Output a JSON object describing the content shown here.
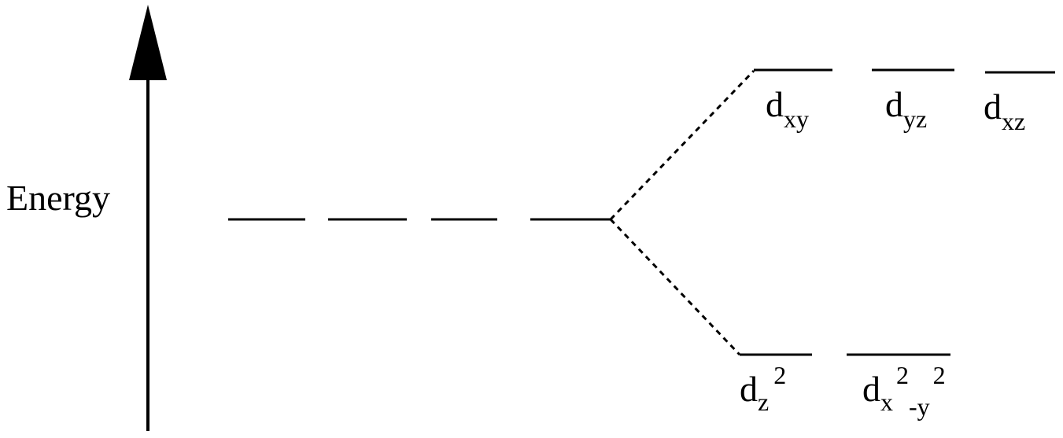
{
  "axis": {
    "label": "Energy"
  },
  "levels": {
    "degenerate": {
      "segments": 4
    },
    "upper": [
      {
        "main": "d",
        "sub": "xy"
      },
      {
        "main": "d",
        "sub": "yz"
      },
      {
        "main": "d",
        "sub": "xz"
      }
    ],
    "lower": [
      {
        "main": "d",
        "sub": "z",
        "sup": "2"
      },
      {
        "main": "d",
        "sub1": "x",
        "sup1": "2",
        "sub2": "-y",
        "sup2": "2"
      }
    ]
  },
  "colors": {
    "ink": "#000000",
    "background": "#ffffff"
  }
}
